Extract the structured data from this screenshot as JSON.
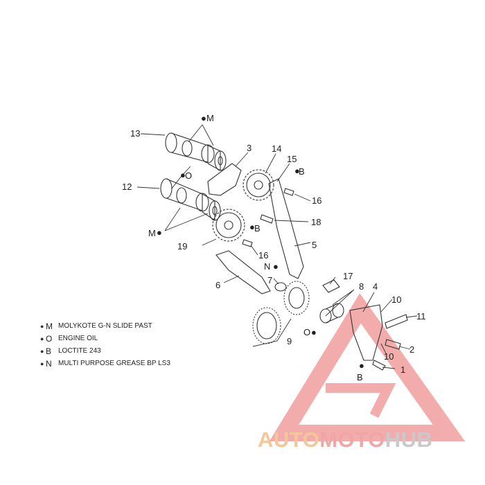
{
  "legend": [
    {
      "code": "M",
      "description": "MOLYKOTE G-N SLIDE PAST"
    },
    {
      "code": "O",
      "description": "ENGINE OIL"
    },
    {
      "code": "B",
      "description": "LOCTITE 243"
    },
    {
      "code": "N",
      "description": "MULTI PURPOSE GREASE BP LS3"
    }
  ],
  "callouts": {
    "c1": "1",
    "c2": "2",
    "c3": "3",
    "c4": "4",
    "c5": "5",
    "c6": "6",
    "c7": "7",
    "c8": "8",
    "c9": "9",
    "c10a": "10",
    "c10b": "10",
    "c11": "11",
    "c12": "12",
    "c13": "13",
    "c14": "14",
    "c15": "15",
    "c16a": "16",
    "c16b": "16",
    "c17": "17",
    "c18": "18",
    "c19": "19"
  },
  "markers": {
    "m1": "M",
    "m2": "M",
    "o1": "O",
    "o2": "O",
    "b1": "B",
    "b2": "B",
    "b3": "B",
    "n1": "N"
  },
  "watermark": {
    "part1": "AUTO",
    "part2": "MOTO",
    "part3": "HUB"
  },
  "colors": {
    "line": "#333333",
    "watermark_red": "#e86a6a",
    "watermark_gold": "#f0b878"
  }
}
